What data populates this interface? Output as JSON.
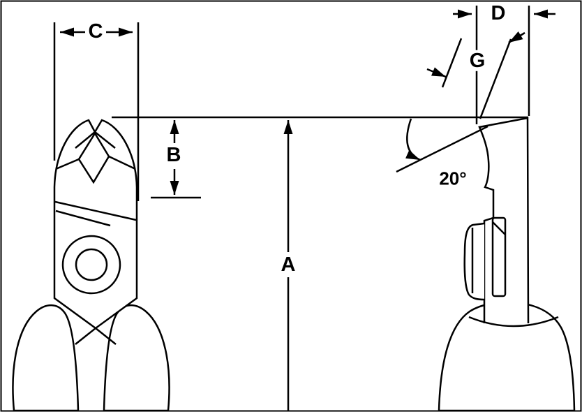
{
  "canvas": {
    "background": "#ffffff",
    "line_color": "#000000"
  },
  "views": {
    "left": "cutter-front-view",
    "right": "cutter-side-view"
  },
  "labels": {
    "a": "A",
    "b": "B",
    "c": "C",
    "d": "D",
    "g": "G",
    "angle": "20°"
  }
}
